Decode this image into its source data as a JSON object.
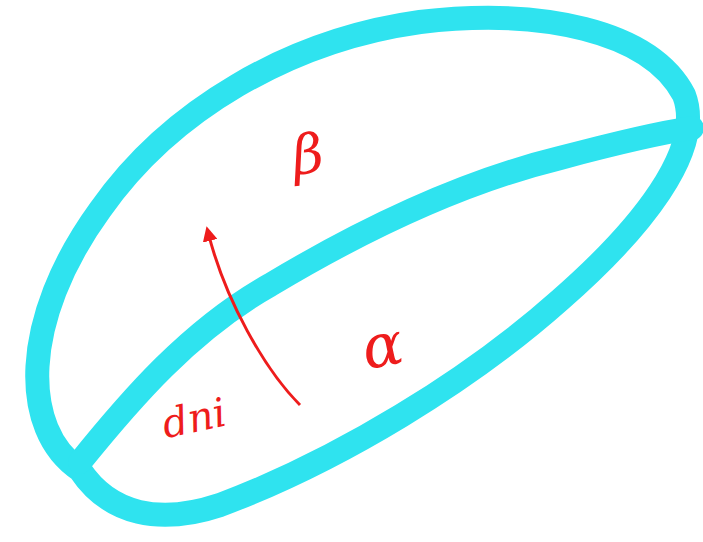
{
  "diagram": {
    "labels": [
      "β",
      "α",
      "dni"
    ]
  }
}
